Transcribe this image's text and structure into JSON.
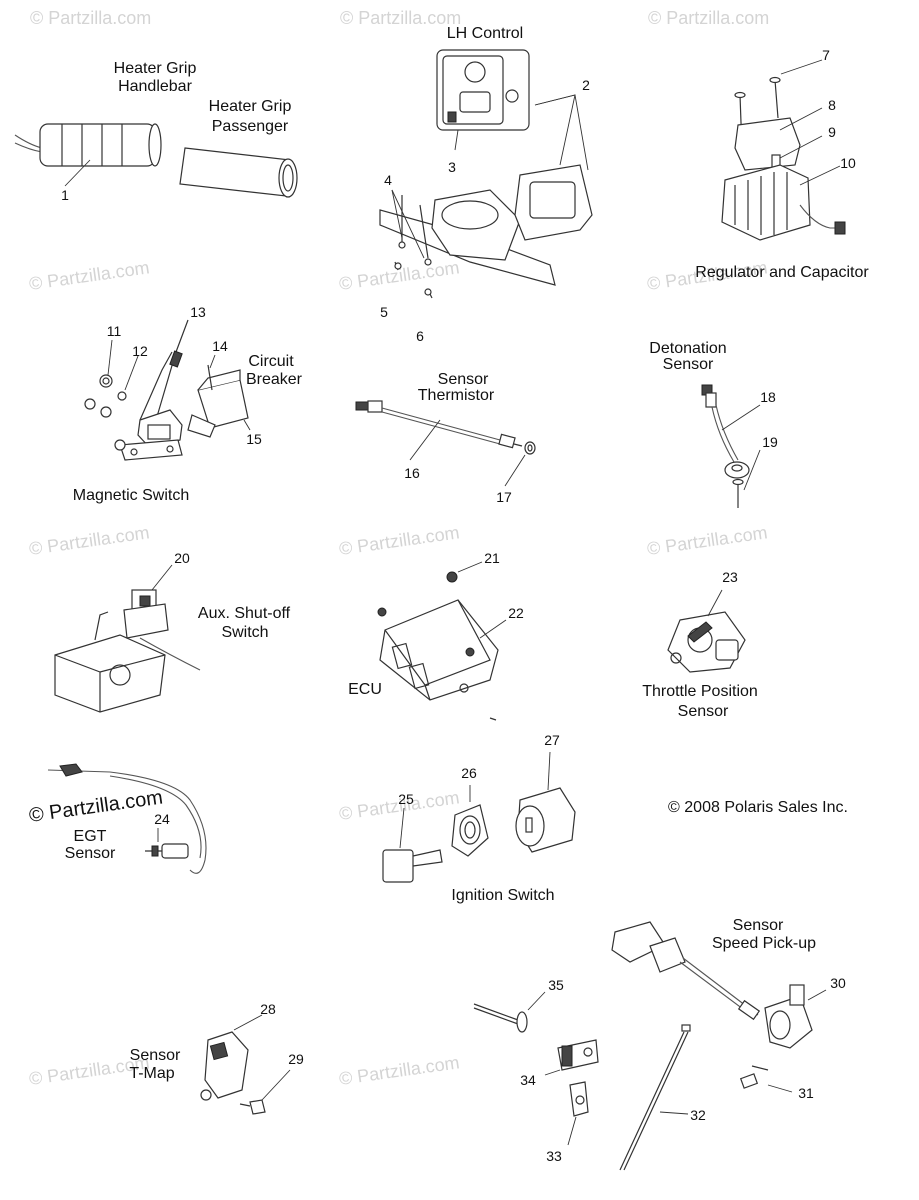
{
  "watermarks": [
    "© Partzilla.com",
    "© Partzilla.com",
    "© Partzilla.com",
    "© Partzilla.com",
    "© Partzilla.com",
    "© Partzilla.com",
    "© Partzilla.com",
    "© Partzilla.com",
    "© Partzilla.com",
    "© Partzilla.com",
    "© Partzilla.com",
    "© Partzilla.com"
  ],
  "watermark_main": "© Partzilla.com",
  "copyright": "© 2008 Polaris Sales Inc.",
  "groups": {
    "heater_grip_handlebar": [
      "Heater Grip",
      "Handlebar"
    ],
    "heater_grip_passenger": [
      "Heater Grip",
      "Passenger"
    ],
    "lh_control": "LH Control",
    "regulator": "Regulator and Capacitor",
    "circuit_breaker": [
      "Circuit",
      "Breaker"
    ],
    "magnetic_switch": "Magnetic Switch",
    "sensor_thermistor": [
      "Sensor",
      "Thermistor"
    ],
    "detonation_sensor": [
      "Detonation",
      "Sensor"
    ],
    "aux_shutoff": [
      "Aux. Shut-off",
      "Switch"
    ],
    "ecu": "ECU",
    "throttle_position": [
      "Throttle Position",
      "Sensor"
    ],
    "egt_sensor": [
      "EGT",
      "Sensor"
    ],
    "ignition_switch": "Ignition Switch",
    "speed_pickup": [
      "Sensor",
      "Speed Pick-up"
    ],
    "tmap": [
      "Sensor",
      "T-Map"
    ]
  },
  "callouts": [
    "1",
    "2",
    "3",
    "4",
    "5",
    "6",
    "7",
    "8",
    "9",
    "10",
    "11",
    "12",
    "13",
    "14",
    "15",
    "16",
    "17",
    "18",
    "19",
    "20",
    "21",
    "22",
    "23",
    "24",
    "25",
    "26",
    "27",
    "28",
    "29",
    "30",
    "31",
    "32",
    "33",
    "34",
    "35"
  ],
  "icons": [
    "heater-grip",
    "lh-control-switch",
    "mounting-bracket",
    "voltage-regulator",
    "capacitor",
    "magnetic-switch",
    "circuit-breaker",
    "thermistor",
    "detonation-sensor",
    "aux-shutoff-switch",
    "ecu-module",
    "throttle-position-sensor",
    "egt-sensor",
    "ignition-key",
    "ignition-switch",
    "tmap-sensor",
    "speed-sensor",
    "cable-tie",
    "clip",
    "screw",
    "nut",
    "washer"
  ]
}
